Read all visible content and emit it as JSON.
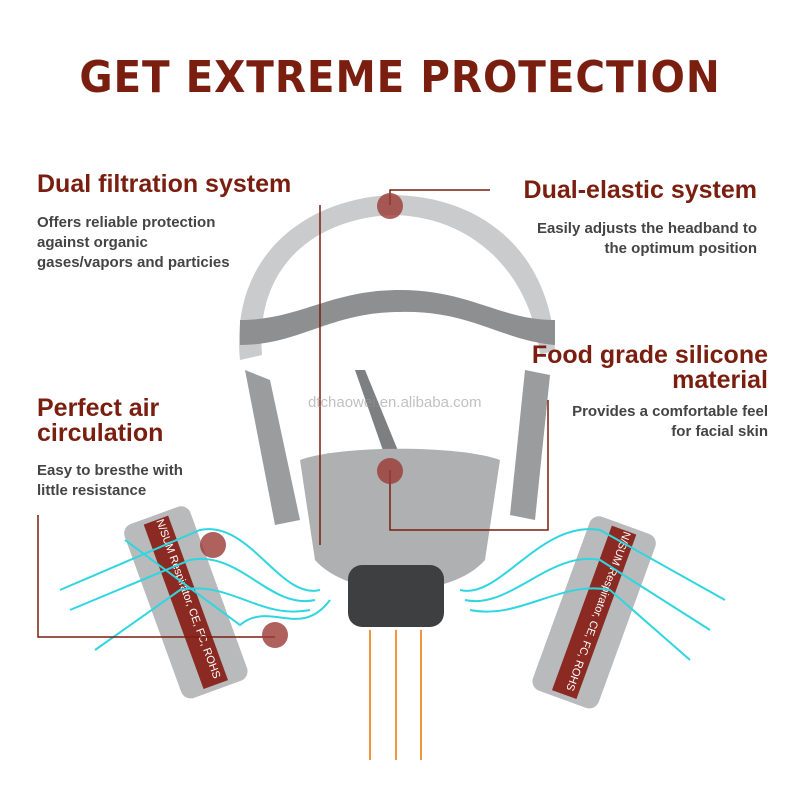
{
  "title": "GET EXTREME PROTECTION",
  "features": [
    {
      "heading": "Dual  filtration system",
      "description": "Offers reliable protection against organic gases/vapors and particies"
    },
    {
      "heading": "Dual-elastic system",
      "description": "Easily adjusts the headband to the optimum position"
    },
    {
      "heading": "Food grade silicone material",
      "description": "Provides a comfortable feel for facial skin"
    },
    {
      "heading": "Perfect air circulation",
      "description": "Easy to bresthe with little resistance"
    }
  ],
  "cartridge_label": "N/SUM Respirator, CE, FC, ROHS",
  "watermark": "dtchaowei.en.alibaba.com",
  "colors": {
    "accent": "#7a1e10",
    "airflow": "#2fd6e0",
    "exhaust": "#f0953a",
    "marker": "#9b3a35"
  }
}
